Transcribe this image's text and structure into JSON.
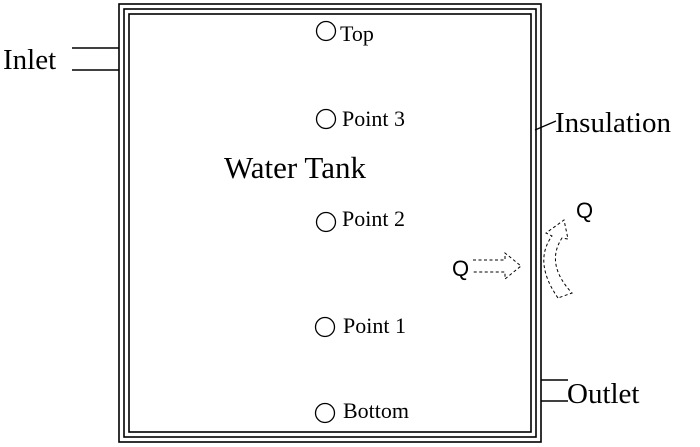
{
  "diagram": {
    "tank_label": "Water Tank",
    "inlet_label": "Inlet",
    "outlet_label": "Outlet",
    "insulation_label": "Insulation",
    "sensors": [
      {
        "label": "Top"
      },
      {
        "label": "Point 3"
      },
      {
        "label": "Point 2"
      },
      {
        "label": "Point 1"
      },
      {
        "label": "Bottom"
      }
    ],
    "heat_loss_conduction_label": "Q",
    "heat_loss_convection_label": "Q",
    "colors": {
      "stroke": "#000000",
      "background": "#ffffff"
    }
  }
}
